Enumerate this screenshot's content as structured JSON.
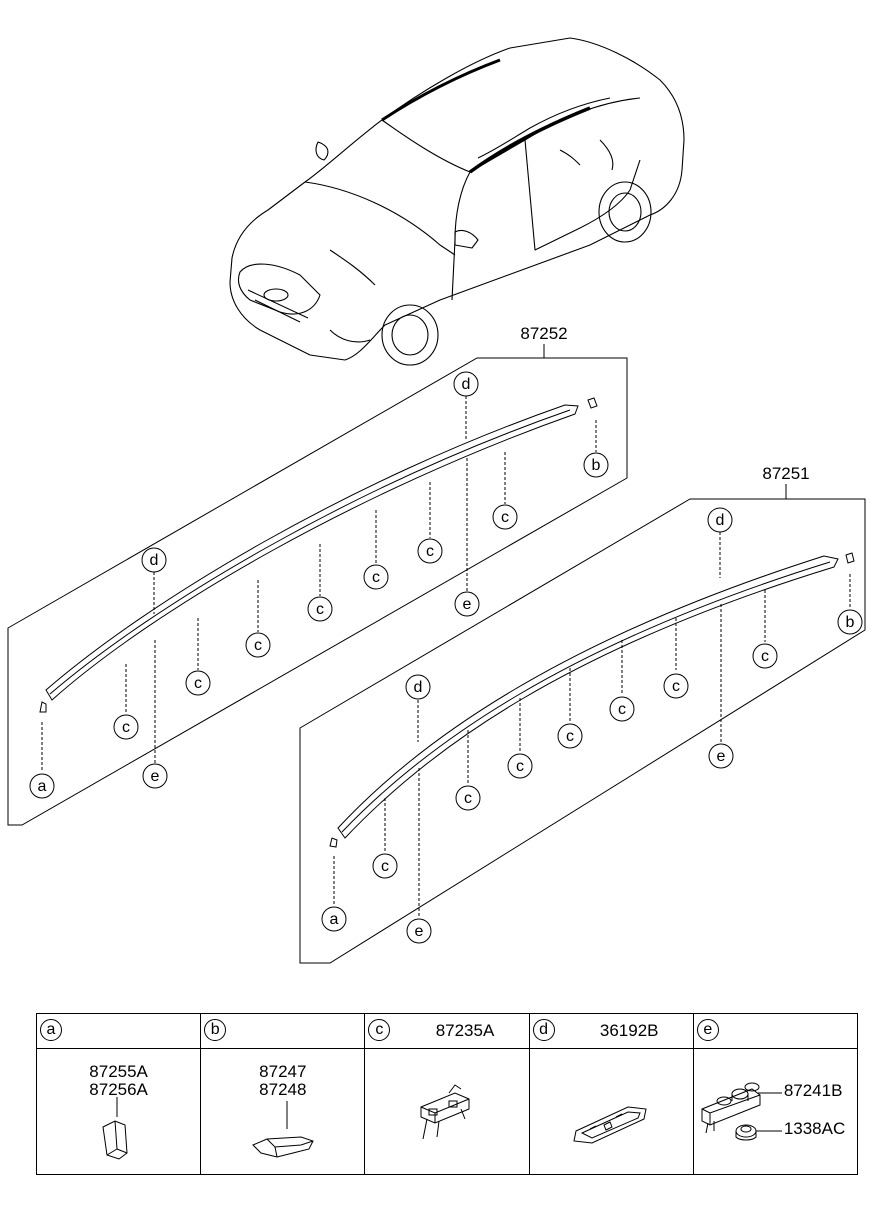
{
  "assemblies": [
    {
      "part_number": "87252"
    },
    {
      "part_number": "87251"
    }
  ],
  "callout_letters": {
    "a": "a",
    "b": "b",
    "c": "c",
    "d": "d",
    "e": "e"
  },
  "legend": [
    {
      "letter": "a",
      "head_code": "",
      "codes": [
        "87255A",
        "87256A"
      ]
    },
    {
      "letter": "b",
      "head_code": "",
      "codes": [
        "87247",
        "87248"
      ]
    },
    {
      "letter": "c",
      "head_code": "87235A",
      "codes": []
    },
    {
      "letter": "d",
      "head_code": "36192B",
      "codes": []
    },
    {
      "letter": "e",
      "head_code": "",
      "codes": [
        "87241B",
        "1338AC"
      ]
    }
  ],
  "icons": [
    "car-icon",
    "roof-molding-icon",
    "end-cap-icon",
    "clip-icon",
    "tape-icon",
    "nut-icon"
  ]
}
